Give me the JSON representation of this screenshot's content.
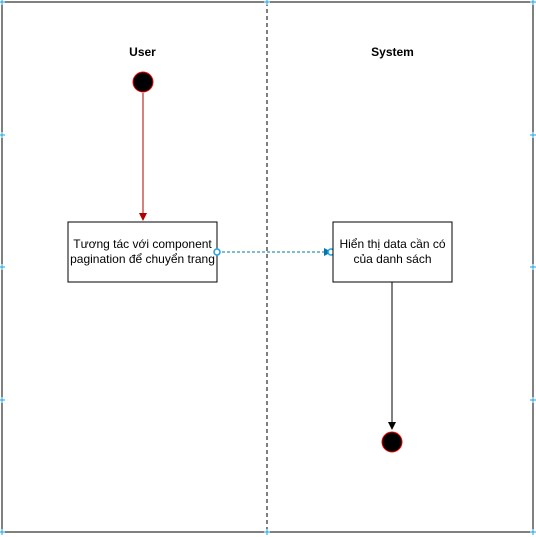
{
  "lanes": [
    {
      "title": "User"
    },
    {
      "title": "System"
    }
  ],
  "nodes": {
    "user_action": {
      "label": "Tương tác với  component pagination để chuyển trang"
    },
    "system_action": {
      "label": "Hiển thị data cần có của danh sách"
    }
  },
  "colors": {
    "border": "#000000",
    "start_end_fill": "#000000",
    "start_end_stroke": "#ff0000",
    "arrow_red": "#b20000",
    "arrow_dashed": "#0077aa",
    "connection_point": "#1ba1e2"
  }
}
